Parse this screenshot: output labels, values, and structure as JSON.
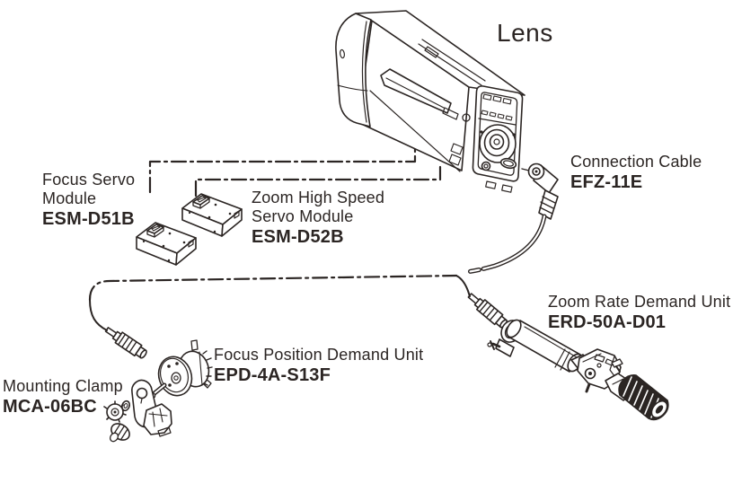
{
  "title": "Lens system configuration diagram",
  "colors": {
    "ink": "#2b2523",
    "background": "#ffffff"
  },
  "parts": {
    "lens": {
      "label": "Lens"
    },
    "focus_servo_module": {
      "name_line1": "Focus Servo",
      "name_line2": "Module",
      "model": "ESM-D51B"
    },
    "zoom_servo_module": {
      "name_line1": "Zoom High Speed",
      "name_line2": "Servo Module",
      "model": "ESM-D52B"
    },
    "connection_cable": {
      "name_line1": "Connection Cable",
      "model": "EFZ-11E"
    },
    "zoom_rate_demand_unit": {
      "name_line1": "Zoom Rate Demand Unit",
      "model": "ERD-50A-D01"
    },
    "focus_position_demand_unit": {
      "name_line1": "Focus Position Demand Unit",
      "model": "EPD-4A-S13F"
    },
    "mounting_clamp": {
      "name_line1": "Mounting Clamp",
      "model": "MCA-06BC"
    }
  }
}
